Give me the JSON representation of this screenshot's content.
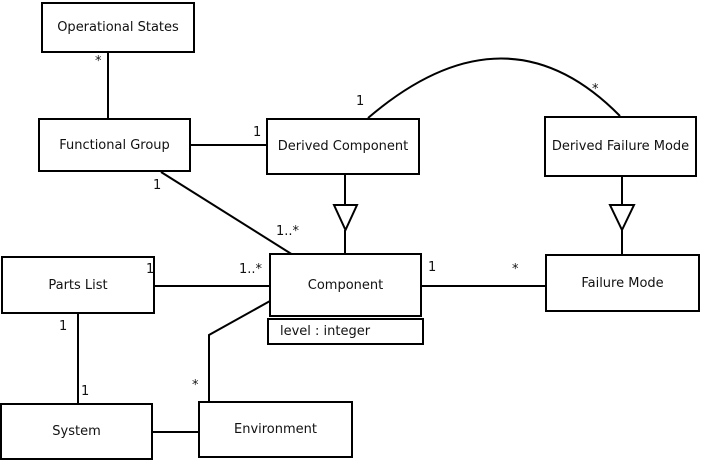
{
  "diagram": {
    "background_color": "#ffffff",
    "line_color": "#000000",
    "text_color": "#111111",
    "boxes": {
      "operational_states": {
        "label": "Operational States"
      },
      "functional_group": {
        "label": "Functional Group"
      },
      "derived_component": {
        "label": "Derived Component"
      },
      "derived_failure_mode": {
        "label": "Derived Failure Mode"
      },
      "parts_list": {
        "label": "Parts List"
      },
      "component": {
        "label": "Component",
        "attribute": "level : integer"
      },
      "failure_mode": {
        "label": "Failure Mode"
      },
      "system": {
        "label": "System"
      },
      "environment": {
        "label": "Environment"
      }
    },
    "multiplicities": {
      "os_fg_os_end": "*",
      "fg_dc_dc_end": "1",
      "dc_dfm_dc_end": "1",
      "dc_dfm_dfm_end": "*",
      "fg_comp_fg_end": "1",
      "fg_comp_comp_end": "1..*",
      "pl_comp_pl_end": "1",
      "pl_comp_comp_end": "1..*",
      "comp_fm_comp_end": "1",
      "comp_fm_fm_end": "*",
      "pl_sys_pl_end": "1",
      "pl_sys_sys_end": "1",
      "comp_env_env_end": "*"
    },
    "relations": [
      {
        "from": "Operational States",
        "to": "Functional Group",
        "from_multiplicity": "*",
        "type": "association"
      },
      {
        "from": "Functional Group",
        "to": "Derived Component",
        "to_multiplicity": "1",
        "type": "association"
      },
      {
        "from": "Derived Component",
        "to": "Derived Failure Mode",
        "from_multiplicity": "1",
        "to_multiplicity": "*",
        "type": "association",
        "shape": "arc"
      },
      {
        "from": "Functional Group",
        "to": "Component",
        "from_multiplicity": "1",
        "to_multiplicity": "1..*",
        "type": "association"
      },
      {
        "from": "Derived Component",
        "to": "Component",
        "type": "generalization"
      },
      {
        "from": "Derived Failure Mode",
        "to": "Failure Mode",
        "type": "generalization"
      },
      {
        "from": "Parts List",
        "to": "Component",
        "from_multiplicity": "1",
        "to_multiplicity": "1..*",
        "type": "association"
      },
      {
        "from": "Component",
        "to": "Failure Mode",
        "from_multiplicity": "1",
        "to_multiplicity": "*",
        "type": "association"
      },
      {
        "from": "Parts List",
        "to": "System",
        "from_multiplicity": "1",
        "to_multiplicity": "1",
        "type": "association"
      },
      {
        "from": "Component",
        "to": "Environment",
        "to_multiplicity": "*",
        "type": "association"
      },
      {
        "from": "System",
        "to": "Environment",
        "type": "association"
      }
    ]
  }
}
